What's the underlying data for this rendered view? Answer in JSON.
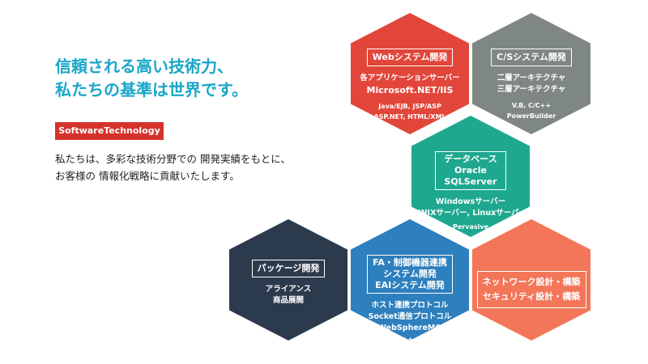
{
  "headline": [
    "信頼される高い技術力、",
    "私たちの基準は世界です。"
  ],
  "tag": "SoftwareTechnology",
  "description": [
    "私たちは、多彩な技術分野での 開発実績をもとに、",
    "お客様の 情報化戦略に貢献いたします。"
  ],
  "colors": {
    "headline": "#1aa6c8",
    "tag": "#d6322c",
    "web": "#e2463a",
    "cs": "#7f8786",
    "db": "#1ea88f",
    "package": "#2c3a4d",
    "fa": "#2e7fbd",
    "network": "#f37659"
  },
  "hexes": {
    "web": {
      "title": "Webシステム開発",
      "l1": "各アプリケーションサーバー",
      "l2": "Microsoft.NET/IIS",
      "l3": "Java/EJB, JSP/ASP",
      "l4": "ASP.NET, HTML/XML"
    },
    "cs": {
      "title": "C/Sシステム開発",
      "l1": "二層アーキテクチャ",
      "l2": "三層アーキテクチャ",
      "l3": "V.B, C/C++",
      "l4": "PowerBuilder"
    },
    "db": {
      "title1": "データベース",
      "title2": "Oracle",
      "title3": "SQLServer",
      "l1": "Windowsサーバー",
      "l2": "UNIXサーバー, Linuxサーバー",
      "l3": "Pervasive"
    },
    "package": {
      "title": "パッケージ開発",
      "l1": "アライアンス",
      "l2": "商品展開"
    },
    "fa": {
      "title1": "FA・制御機器連携",
      "title2": "システム開発",
      "title3": "EAIシステム開発",
      "l1": "ホスト連携プロトコル",
      "l2": "Socket通信プロトコル",
      "l3": "WebSphereMQ",
      "l4": "C/C++, V.B"
    },
    "network": {
      "l1": "ネットワーク設計・構築",
      "l2": "セキュリティ設計・構築"
    }
  }
}
